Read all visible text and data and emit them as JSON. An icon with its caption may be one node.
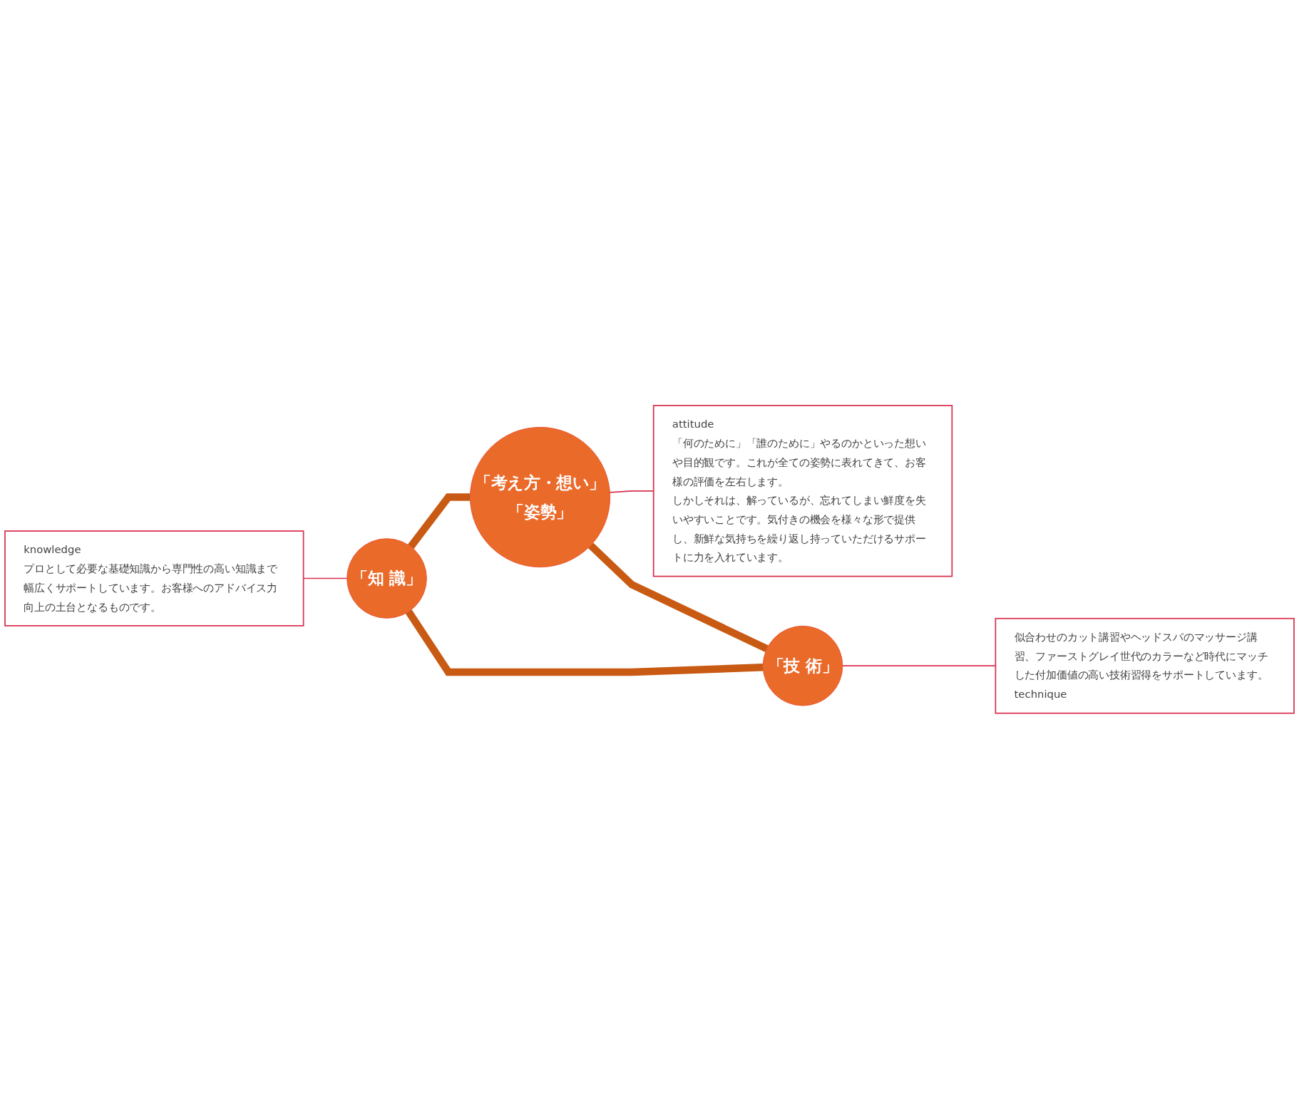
{
  "diagram": {
    "nodes": [
      {
        "text": [
          "attitude",
          "「何のために」「誰のために」やるのかといった想いや目的観です。これが全ての姿勢に表れてきて、お客様の評価を左右します。",
          "しかしそれは、解っているが、忘れてしまい鮮度を失いやすいことです。気付きの機会を様々な形で提供し、新鮮な気持ちを繰り返し持っていただけるサポートに力を入れています。"
        ]
      },
      {
        "text": [
          "「考え方・想い」",
          "「姿勢」"
        ]
      },
      {
        "text": [
          "knowledge",
          "プロとして必要な基礎知識から専門性の高い知識まで幅広くサポートしています。お客様へのアドバイス力向上の土台となるものです。"
        ]
      },
      {
        "text": [
          "「知 識」"
        ]
      },
      {
        "text": [
          "「技 術」"
        ]
      },
      {
        "text": [
          "似合わせのカット講習やヘッドスパのマッサージ講習、ファーストグレイ世代のカラーなど時代にマッチした付加価値の高い技術習得をサポートしています。",
          "technique"
        ]
      }
    ],
    "edges": [
      {
        "from": 3,
        "to": 1,
        "arrow": "none",
        "style": "thick",
        "color": "#c85a14"
      },
      {
        "from": 1,
        "to": 0,
        "arrow": "none"
      },
      {
        "from": 2,
        "to": 3,
        "arrow": "none"
      },
      {
        "from": 1,
        "to": 4,
        "arrow": "none",
        "style": "thick",
        "color": "#c85a14"
      },
      {
        "from": 3,
        "to": 4,
        "arrow": "none",
        "style": "thick",
        "color": "#c85a14"
      },
      {
        "from": 4,
        "to": 5,
        "arrow": "none"
      }
    ]
  }
}
